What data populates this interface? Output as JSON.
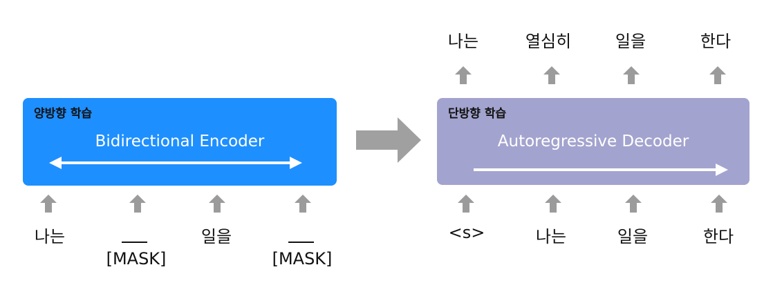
{
  "encoder": {
    "label": "양방향 학습",
    "title": "Bidirectional Encoder",
    "color": "#1e8fff",
    "inputs": [
      "나는",
      "",
      "일을",
      ""
    ],
    "mask_label": "[MASK]"
  },
  "decoder": {
    "label": "단방향 학습",
    "title": "Autoregressive Decoder",
    "color": "#a3a3cf",
    "inputs": [
      "<s>",
      "나는",
      "일을",
      "한다"
    ],
    "outputs": [
      "나는",
      "열심히",
      "일을",
      "한다"
    ]
  },
  "arrow_color": "#9b9b9b",
  "transition_arrow_color": "#a0a0a0"
}
